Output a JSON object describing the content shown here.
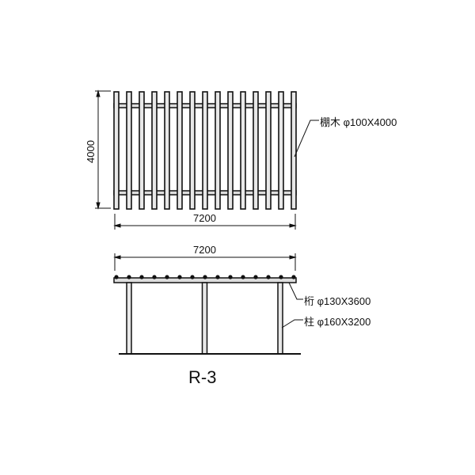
{
  "plan": {
    "dim_height": "4000",
    "dim_width": "7200",
    "slat_count": 15,
    "slat_label": "棚木 φ100X4000"
  },
  "elevation": {
    "dim_width": "7200",
    "post_count": 3,
    "beam_label": "桁 φ130X3600",
    "post_label": "柱 φ160X3200"
  },
  "title": "R-3"
}
